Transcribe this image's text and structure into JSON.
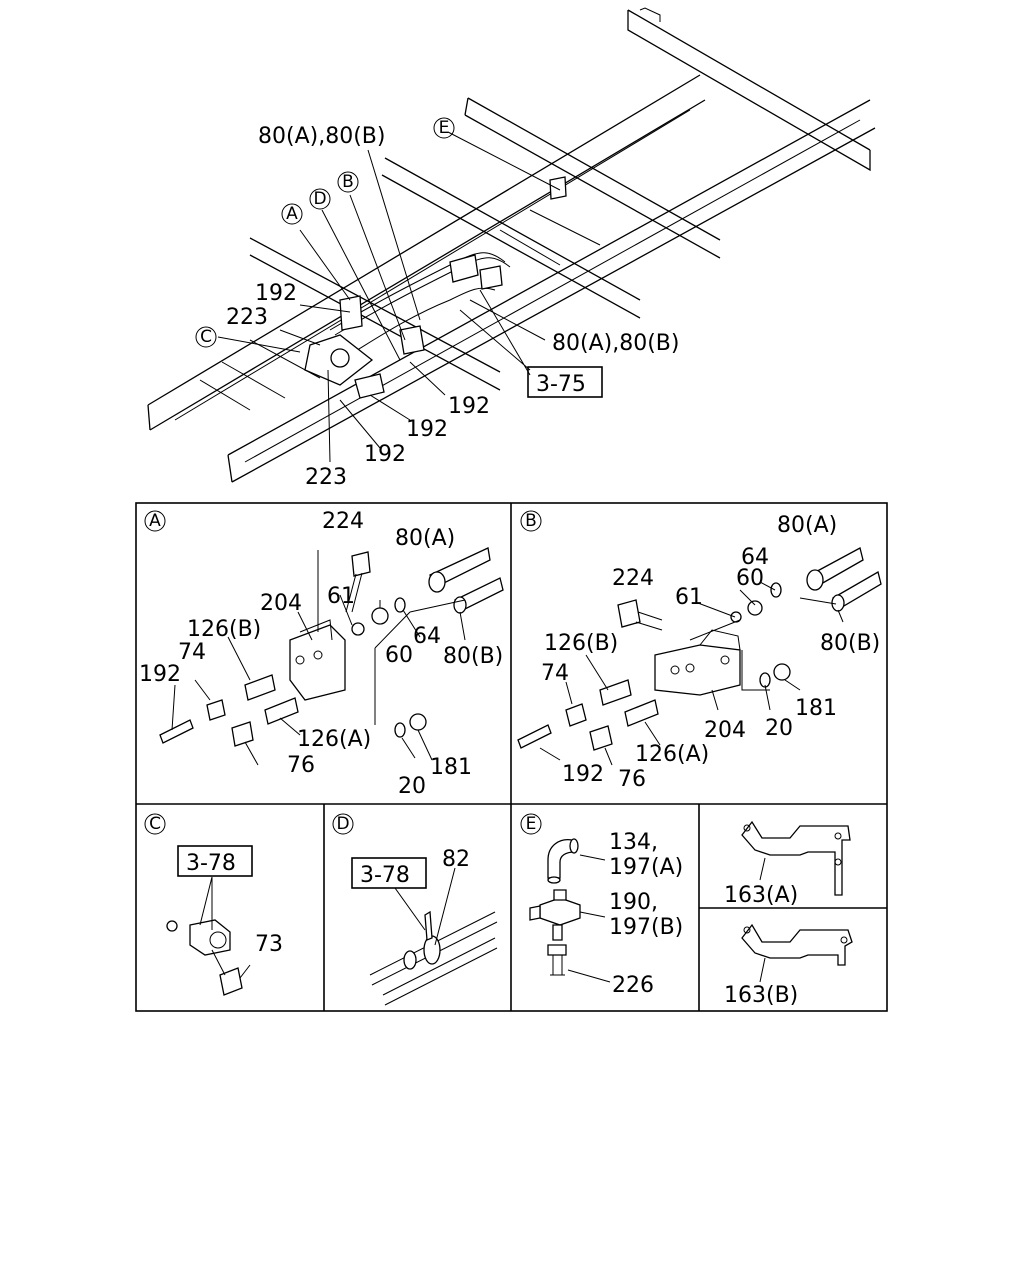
{
  "overview": {
    "callout_80_top": "80(A),80(B)",
    "callout_80_right": "80(A),80(B)",
    "ref_box": "3-75",
    "view_A": "A",
    "view_B": "B",
    "view_C": "C",
    "view_D": "D",
    "view_E": "E",
    "p192_1": "192",
    "p223_1": "223",
    "p192_2": "192",
    "p192_3": "192",
    "p192_4": "192",
    "p223_2": "223"
  },
  "panel_a": {
    "marker": "A",
    "p224": "224",
    "p80a": "80(A)",
    "p204": "204",
    "p61": "61",
    "p126b": "126(B)",
    "p74": "74",
    "p192": "192",
    "p60": "60",
    "p64": "64",
    "p80b": "80(B)",
    "p126a": "126(A)",
    "p76": "76",
    "p20": "20",
    "p181": "181"
  },
  "panel_b": {
    "marker": "B",
    "p80a": "80(A)",
    "p64": "64",
    "p224": "224",
    "p60": "60",
    "p61": "61",
    "p126b": "126(B)",
    "p80b": "80(B)",
    "p74": "74",
    "p181": "181",
    "p204": "204",
    "p20": "20",
    "p126a": "126(A)",
    "p192": "192",
    "p76": "76"
  },
  "panel_c": {
    "marker": "C",
    "ref_box": "3-78",
    "p73": "73"
  },
  "panel_d": {
    "marker": "D",
    "ref_box": "3-78",
    "p82": "82"
  },
  "panel_e": {
    "marker": "E",
    "p134": "134,",
    "p197a": "197(A)",
    "p190": "190,",
    "p197b": "197(B)",
    "p226": "226",
    "p163a": "163(A)",
    "p163b": "163(B)"
  }
}
